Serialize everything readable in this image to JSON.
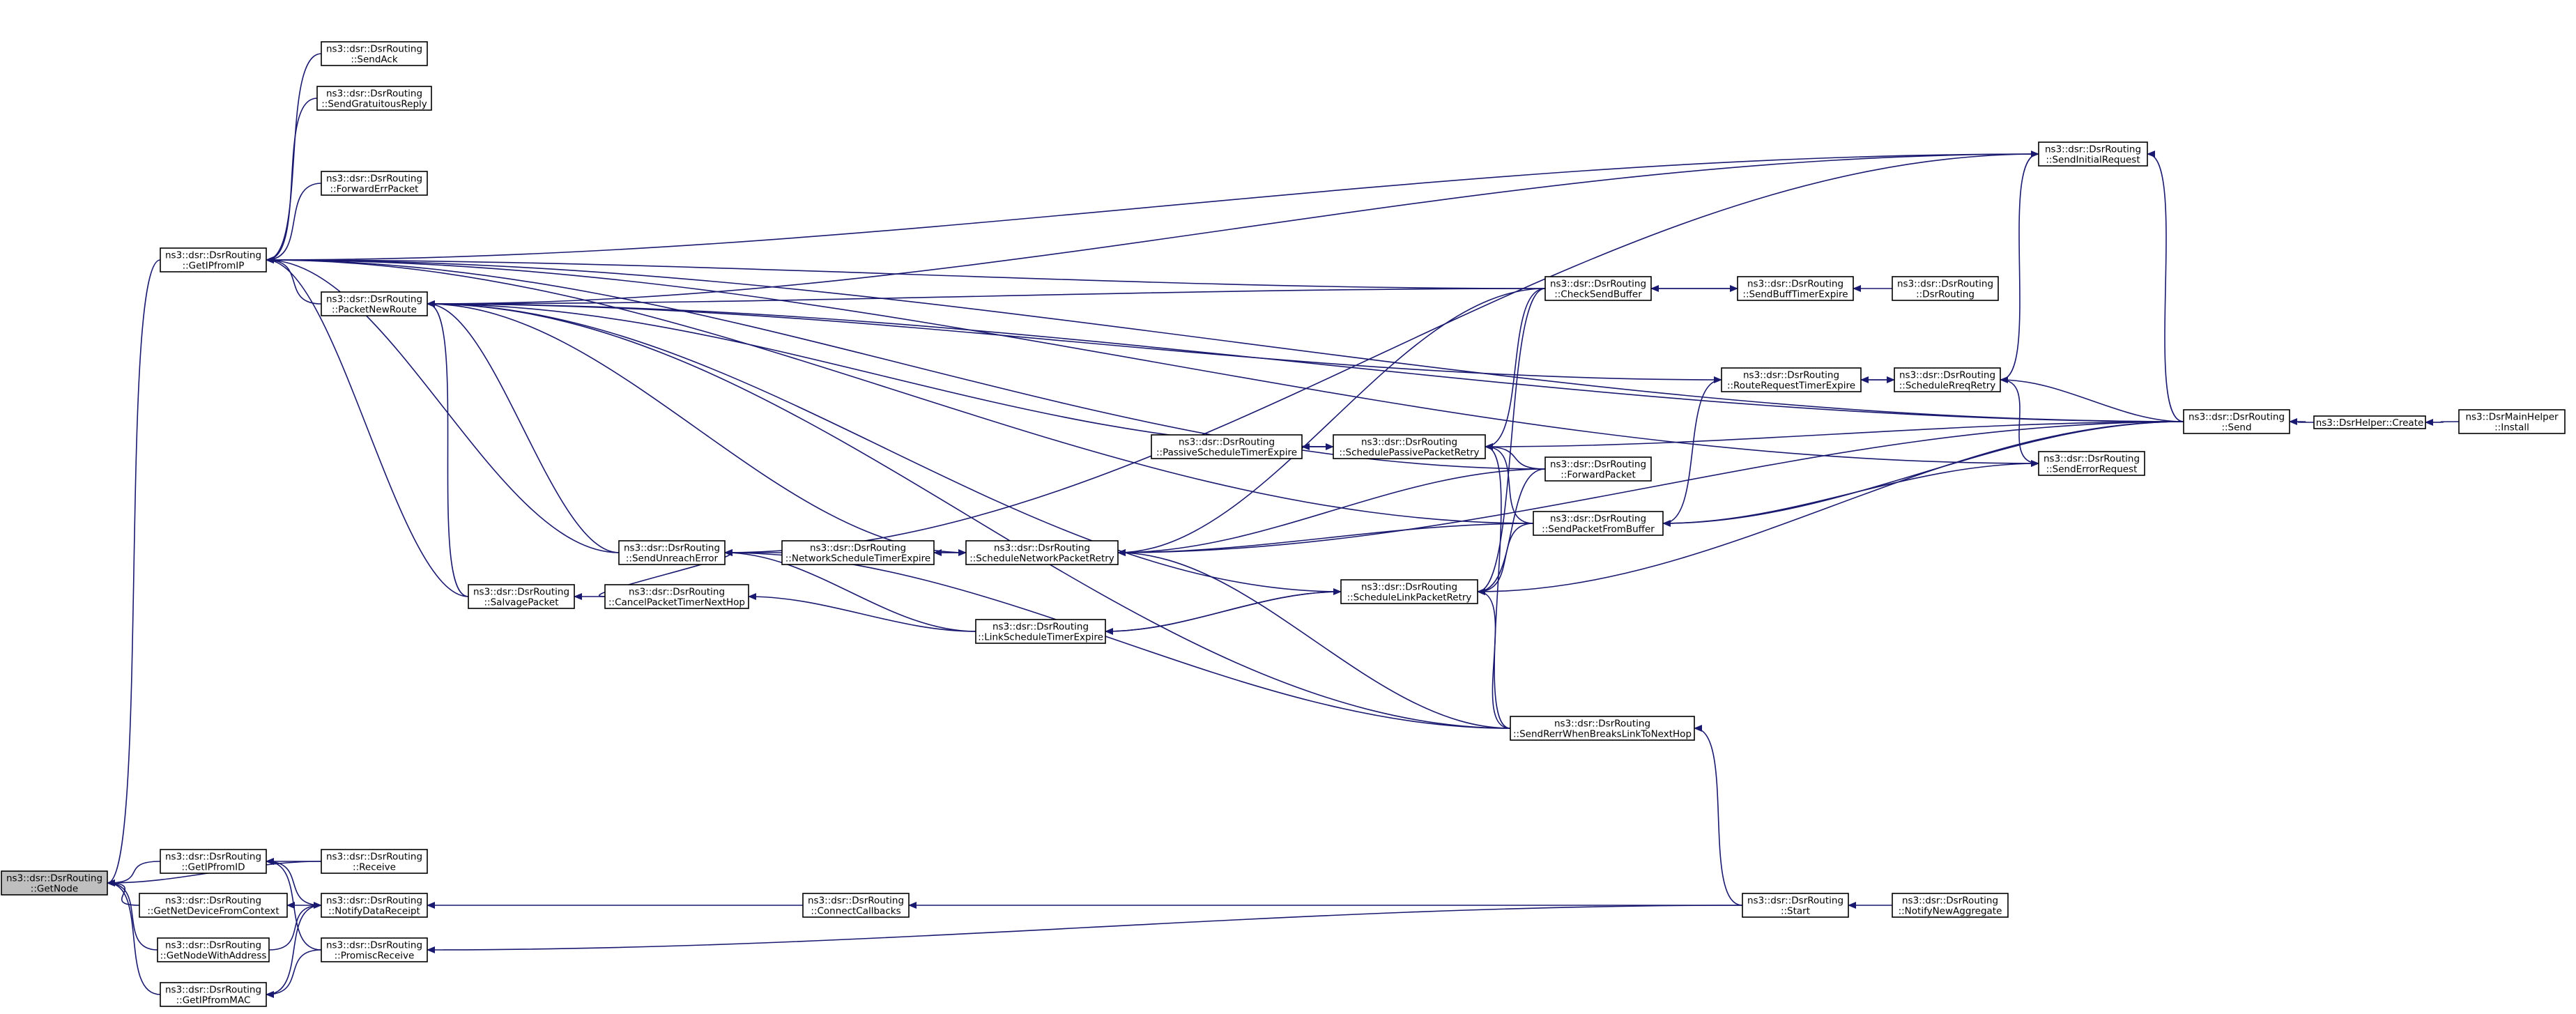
{
  "graph": {
    "title": "",
    "edge_color": "#191970",
    "root_fill": "#bfbfbf",
    "nodes": [
      {
        "id": "GetNode",
        "lines": [
          "ns3::dsr::DsrRouting",
          "::GetNode"
        ],
        "root": true
      },
      {
        "id": "GetIPfromIP",
        "lines": [
          "ns3::dsr::DsrRouting",
          "::GetIPfromIP"
        ]
      },
      {
        "id": "GetIPfromID",
        "lines": [
          "ns3::dsr::DsrRouting",
          "::GetIPfromID"
        ]
      },
      {
        "id": "GetNetDeviceFromContext",
        "lines": [
          "ns3::dsr::DsrRouting",
          "::GetNetDeviceFromContext"
        ]
      },
      {
        "id": "GetNodeWithAddress",
        "lines": [
          "ns3::dsr::DsrRouting",
          "::GetNodeWithAddress"
        ]
      },
      {
        "id": "GetIPfromMAC",
        "lines": [
          "ns3::dsr::DsrRouting",
          "::GetIPfromMAC"
        ]
      },
      {
        "id": "SendAck",
        "lines": [
          "ns3::dsr::DsrRouting",
          "::SendAck"
        ]
      },
      {
        "id": "SendGratuitousReply",
        "lines": [
          "ns3::dsr::DsrRouting",
          "::SendGratuitousReply"
        ]
      },
      {
        "id": "ForwardErrPacket",
        "lines": [
          "ns3::dsr::DsrRouting",
          "::ForwardErrPacket"
        ]
      },
      {
        "id": "PacketNewRoute",
        "lines": [
          "ns3::dsr::DsrRouting",
          "::PacketNewRoute"
        ]
      },
      {
        "id": "SalvagePacket",
        "lines": [
          "ns3::dsr::DsrRouting",
          "::SalvagePacket"
        ]
      },
      {
        "id": "Receive",
        "lines": [
          "ns3::dsr::DsrRouting",
          "::Receive"
        ]
      },
      {
        "id": "NotifyDataReceipt",
        "lines": [
          "ns3::dsr::DsrRouting",
          "::NotifyDataReceipt"
        ]
      },
      {
        "id": "PromiscReceive",
        "lines": [
          "ns3::dsr::DsrRouting",
          "::PromiscReceive"
        ]
      },
      {
        "id": "SendUnreachError",
        "lines": [
          "ns3::dsr::DsrRouting",
          "::SendUnreachError"
        ]
      },
      {
        "id": "CancelPacketTimerNextHop",
        "lines": [
          "ns3::dsr::DsrRouting",
          "::CancelPacketTimerNextHop"
        ]
      },
      {
        "id": "NetworkScheduleTimerExpire",
        "lines": [
          "ns3::dsr::DsrRouting",
          "::NetworkScheduleTimerExpire"
        ]
      },
      {
        "id": "LinkScheduleTimerExpire",
        "lines": [
          "ns3::dsr::DsrRouting",
          "::LinkScheduleTimerExpire"
        ]
      },
      {
        "id": "ConnectCallbacks",
        "lines": [
          "ns3::dsr::DsrRouting",
          "::ConnectCallbacks"
        ]
      },
      {
        "id": "PassiveScheduleTimerExpire",
        "lines": [
          "ns3::dsr::DsrRouting",
          "::PassiveScheduleTimerExpire"
        ]
      },
      {
        "id": "ScheduleNetworkPacketRetry",
        "lines": [
          "ns3::dsr::DsrRouting",
          "::ScheduleNetworkPacketRetry"
        ]
      },
      {
        "id": "SchedulePassivePacketRetry",
        "lines": [
          "ns3::dsr::DsrRouting",
          "::SchedulePassivePacketRetry"
        ]
      },
      {
        "id": "ScheduleLinkPacketRetry",
        "lines": [
          "ns3::dsr::DsrRouting",
          "::ScheduleLinkPacketRetry"
        ]
      },
      {
        "id": "CheckSendBuffer",
        "lines": [
          "ns3::dsr::DsrRouting",
          "::CheckSendBuffer"
        ]
      },
      {
        "id": "ForwardPacket",
        "lines": [
          "ns3::dsr::DsrRouting",
          "::ForwardPacket"
        ]
      },
      {
        "id": "SendPacketFromBuffer",
        "lines": [
          "ns3::dsr::DsrRouting",
          "::SendPacketFromBuffer"
        ]
      },
      {
        "id": "SendRerrWhenBreaksLinkToNextHop",
        "lines": [
          "ns3::dsr::DsrRouting",
          "::SendRerrWhenBreaksLinkToNextHop"
        ]
      },
      {
        "id": "SendBuffTimerExpire",
        "lines": [
          "ns3::dsr::DsrRouting",
          "::SendBuffTimerExpire"
        ]
      },
      {
        "id": "RouteRequestTimerExpire",
        "lines": [
          "ns3::dsr::DsrRouting",
          "::RouteRequestTimerExpire"
        ]
      },
      {
        "id": "DsrRoutingCtor",
        "lines": [
          "ns3::dsr::DsrRouting",
          "::DsrRouting"
        ]
      },
      {
        "id": "ScheduleRreqRetry",
        "lines": [
          "ns3::dsr::DsrRouting",
          "::ScheduleRreqRetry"
        ]
      },
      {
        "id": "SendInitialRequest",
        "lines": [
          "ns3::dsr::DsrRouting",
          "::SendInitialRequest"
        ]
      },
      {
        "id": "SendErrorRequest",
        "lines": [
          "ns3::dsr::DsrRouting",
          "::SendErrorRequest"
        ]
      },
      {
        "id": "Send",
        "lines": [
          "ns3::dsr::DsrRouting",
          "::Send"
        ]
      },
      {
        "id": "Start",
        "lines": [
          "ns3::dsr::DsrRouting",
          "::Start"
        ]
      },
      {
        "id": "NotifyNewAggregate",
        "lines": [
          "ns3::dsr::DsrRouting",
          "::NotifyNewAggregate"
        ]
      },
      {
        "id": "DsrHelperCreate",
        "lines": [
          "ns3::DsrHelper::Create"
        ]
      },
      {
        "id": "DsrMainHelperInstall",
        "lines": [
          "ns3::DsrMainHelper",
          "::Install"
        ]
      }
    ],
    "edges": [
      [
        "GetIPfromIP",
        "GetNode"
      ],
      [
        "GetIPfromID",
        "GetNode"
      ],
      [
        "GetNetDeviceFromContext",
        "GetNode"
      ],
      [
        "GetNodeWithAddress",
        "GetNode"
      ],
      [
        "GetIPfromMAC",
        "GetNode"
      ],
      [
        "Receive",
        "GetNode"
      ],
      [
        "SendAck",
        "GetIPfromIP"
      ],
      [
        "SendGratuitousReply",
        "GetIPfromIP"
      ],
      [
        "ForwardErrPacket",
        "GetIPfromIP"
      ],
      [
        "PacketNewRoute",
        "GetIPfromIP"
      ],
      [
        "SalvagePacket",
        "GetIPfromIP"
      ],
      [
        "SendUnreachError",
        "GetIPfromIP"
      ],
      [
        "CheckSendBuffer",
        "GetIPfromIP"
      ],
      [
        "ForwardPacket",
        "GetIPfromIP"
      ],
      [
        "SendPacketFromBuffer",
        "GetIPfromIP"
      ],
      [
        "SendInitialRequest",
        "GetIPfromIP"
      ],
      [
        "SendErrorRequest",
        "GetIPfromIP"
      ],
      [
        "Send",
        "GetIPfromIP"
      ],
      [
        "Receive",
        "GetIPfromID"
      ],
      [
        "NotifyDataReceipt",
        "GetIPfromID"
      ],
      [
        "PromiscReceive",
        "GetIPfromID"
      ],
      [
        "NotifyDataReceipt",
        "GetNetDeviceFromContext"
      ],
      [
        "PromiscReceive",
        "GetIPfromMAC"
      ],
      [
        "NotifyDataReceipt",
        "GetIPfromMAC"
      ],
      [
        "GetNodeWithAddress",
        "NotifyDataReceipt"
      ],
      [
        "SalvagePacket",
        "PacketNewRoute"
      ],
      [
        "SendUnreachError",
        "PacketNewRoute"
      ],
      [
        "ScheduleNetworkPacketRetry",
        "PacketNewRoute"
      ],
      [
        "SchedulePassivePacketRetry",
        "PacketNewRoute"
      ],
      [
        "ScheduleLinkPacketRetry",
        "PacketNewRoute"
      ],
      [
        "CheckSendBuffer",
        "PacketNewRoute"
      ],
      [
        "RouteRequestTimerExpire",
        "PacketNewRoute"
      ],
      [
        "SendInitialRequest",
        "PacketNewRoute"
      ],
      [
        "Send",
        "PacketNewRoute"
      ],
      [
        "SendRerrWhenBreaksLinkToNextHop",
        "PacketNewRoute"
      ],
      [
        "CancelPacketTimerNextHop",
        "SalvagePacket"
      ],
      [
        "CancelPacketTimerNextHop",
        "SendUnreachError"
      ],
      [
        "NetworkScheduleTimerExpire",
        "SendUnreachError"
      ],
      [
        "LinkScheduleTimerExpire",
        "SendUnreachError"
      ],
      [
        "SendRerrWhenBreaksLinkToNextHop",
        "SendUnreachError"
      ],
      [
        "SendInitialRequest",
        "SendUnreachError"
      ],
      [
        "LinkScheduleTimerExpire",
        "CancelPacketTimerNextHop"
      ],
      [
        "ScheduleNetworkPacketRetry",
        "NetworkScheduleTimerExpire"
      ],
      [
        "NetworkScheduleTimerExpire",
        "ScheduleNetworkPacketRetry"
      ],
      [
        "ScheduleLinkPacketRetry",
        "LinkScheduleTimerExpire"
      ],
      [
        "LinkScheduleTimerExpire",
        "ScheduleLinkPacketRetry"
      ],
      [
        "SchedulePassivePacketRetry",
        "PassiveScheduleTimerExpire"
      ],
      [
        "PassiveScheduleTimerExpire",
        "SchedulePassivePacketRetry"
      ],
      [
        "ForwardPacket",
        "ScheduleNetworkPacketRetry"
      ],
      [
        "SendPacketFromBuffer",
        "ScheduleNetworkPacketRetry"
      ],
      [
        "CheckSendBuffer",
        "ScheduleNetworkPacketRetry"
      ],
      [
        "Send",
        "ScheduleNetworkPacketRetry"
      ],
      [
        "SendRerrWhenBreaksLinkToNextHop",
        "ScheduleNetworkPacketRetry"
      ],
      [
        "CheckSendBuffer",
        "SchedulePassivePacketRetry"
      ],
      [
        "ForwardPacket",
        "SchedulePassivePacketRetry"
      ],
      [
        "SendPacketFromBuffer",
        "SchedulePassivePacketRetry"
      ],
      [
        "Send",
        "SchedulePassivePacketRetry"
      ],
      [
        "SendRerrWhenBreaksLinkToNextHop",
        "SchedulePassivePacketRetry"
      ],
      [
        "CheckSendBuffer",
        "ScheduleLinkPacketRetry"
      ],
      [
        "ForwardPacket",
        "ScheduleLinkPacketRetry"
      ],
      [
        "SendPacketFromBuffer",
        "ScheduleLinkPacketRetry"
      ],
      [
        "Send",
        "ScheduleLinkPacketRetry"
      ],
      [
        "SendRerrWhenBreaksLinkToNextHop",
        "ScheduleLinkPacketRetry"
      ],
      [
        "SendBuffTimerExpire",
        "CheckSendBuffer"
      ],
      [
        "CheckSendBuffer",
        "SendBuffTimerExpire"
      ],
      [
        "DsrRoutingCtor",
        "SendBuffTimerExpire"
      ],
      [
        "ScheduleRreqRetry",
        "RouteRequestTimerExpire"
      ],
      [
        "RouteRequestTimerExpire",
        "ScheduleRreqRetry"
      ],
      [
        "SendPacketFromBuffer",
        "RouteRequestTimerExpire"
      ],
      [
        "ScheduleRreqRetry",
        "SendInitialRequest"
      ],
      [
        "ScheduleRreqRetry",
        "SendErrorRequest"
      ],
      [
        "SendPacketFromBuffer",
        "SendErrorRequest"
      ],
      [
        "Send",
        "SendInitialRequest"
      ],
      [
        "Send",
        "SendPacketFromBuffer"
      ],
      [
        "Send",
        "ScheduleRreqRetry"
      ],
      [
        "DsrHelperCreate",
        "Send"
      ],
      [
        "DsrMainHelperInstall",
        "DsrHelperCreate"
      ],
      [
        "Start",
        "SendRerrWhenBreaksLinkToNextHop"
      ],
      [
        "Start",
        "ConnectCallbacks"
      ],
      [
        "Start",
        "PromiscReceive"
      ],
      [
        "ConnectCallbacks",
        "NotifyDataReceipt"
      ],
      [
        "NotifyNewAggregate",
        "Start"
      ]
    ]
  }
}
